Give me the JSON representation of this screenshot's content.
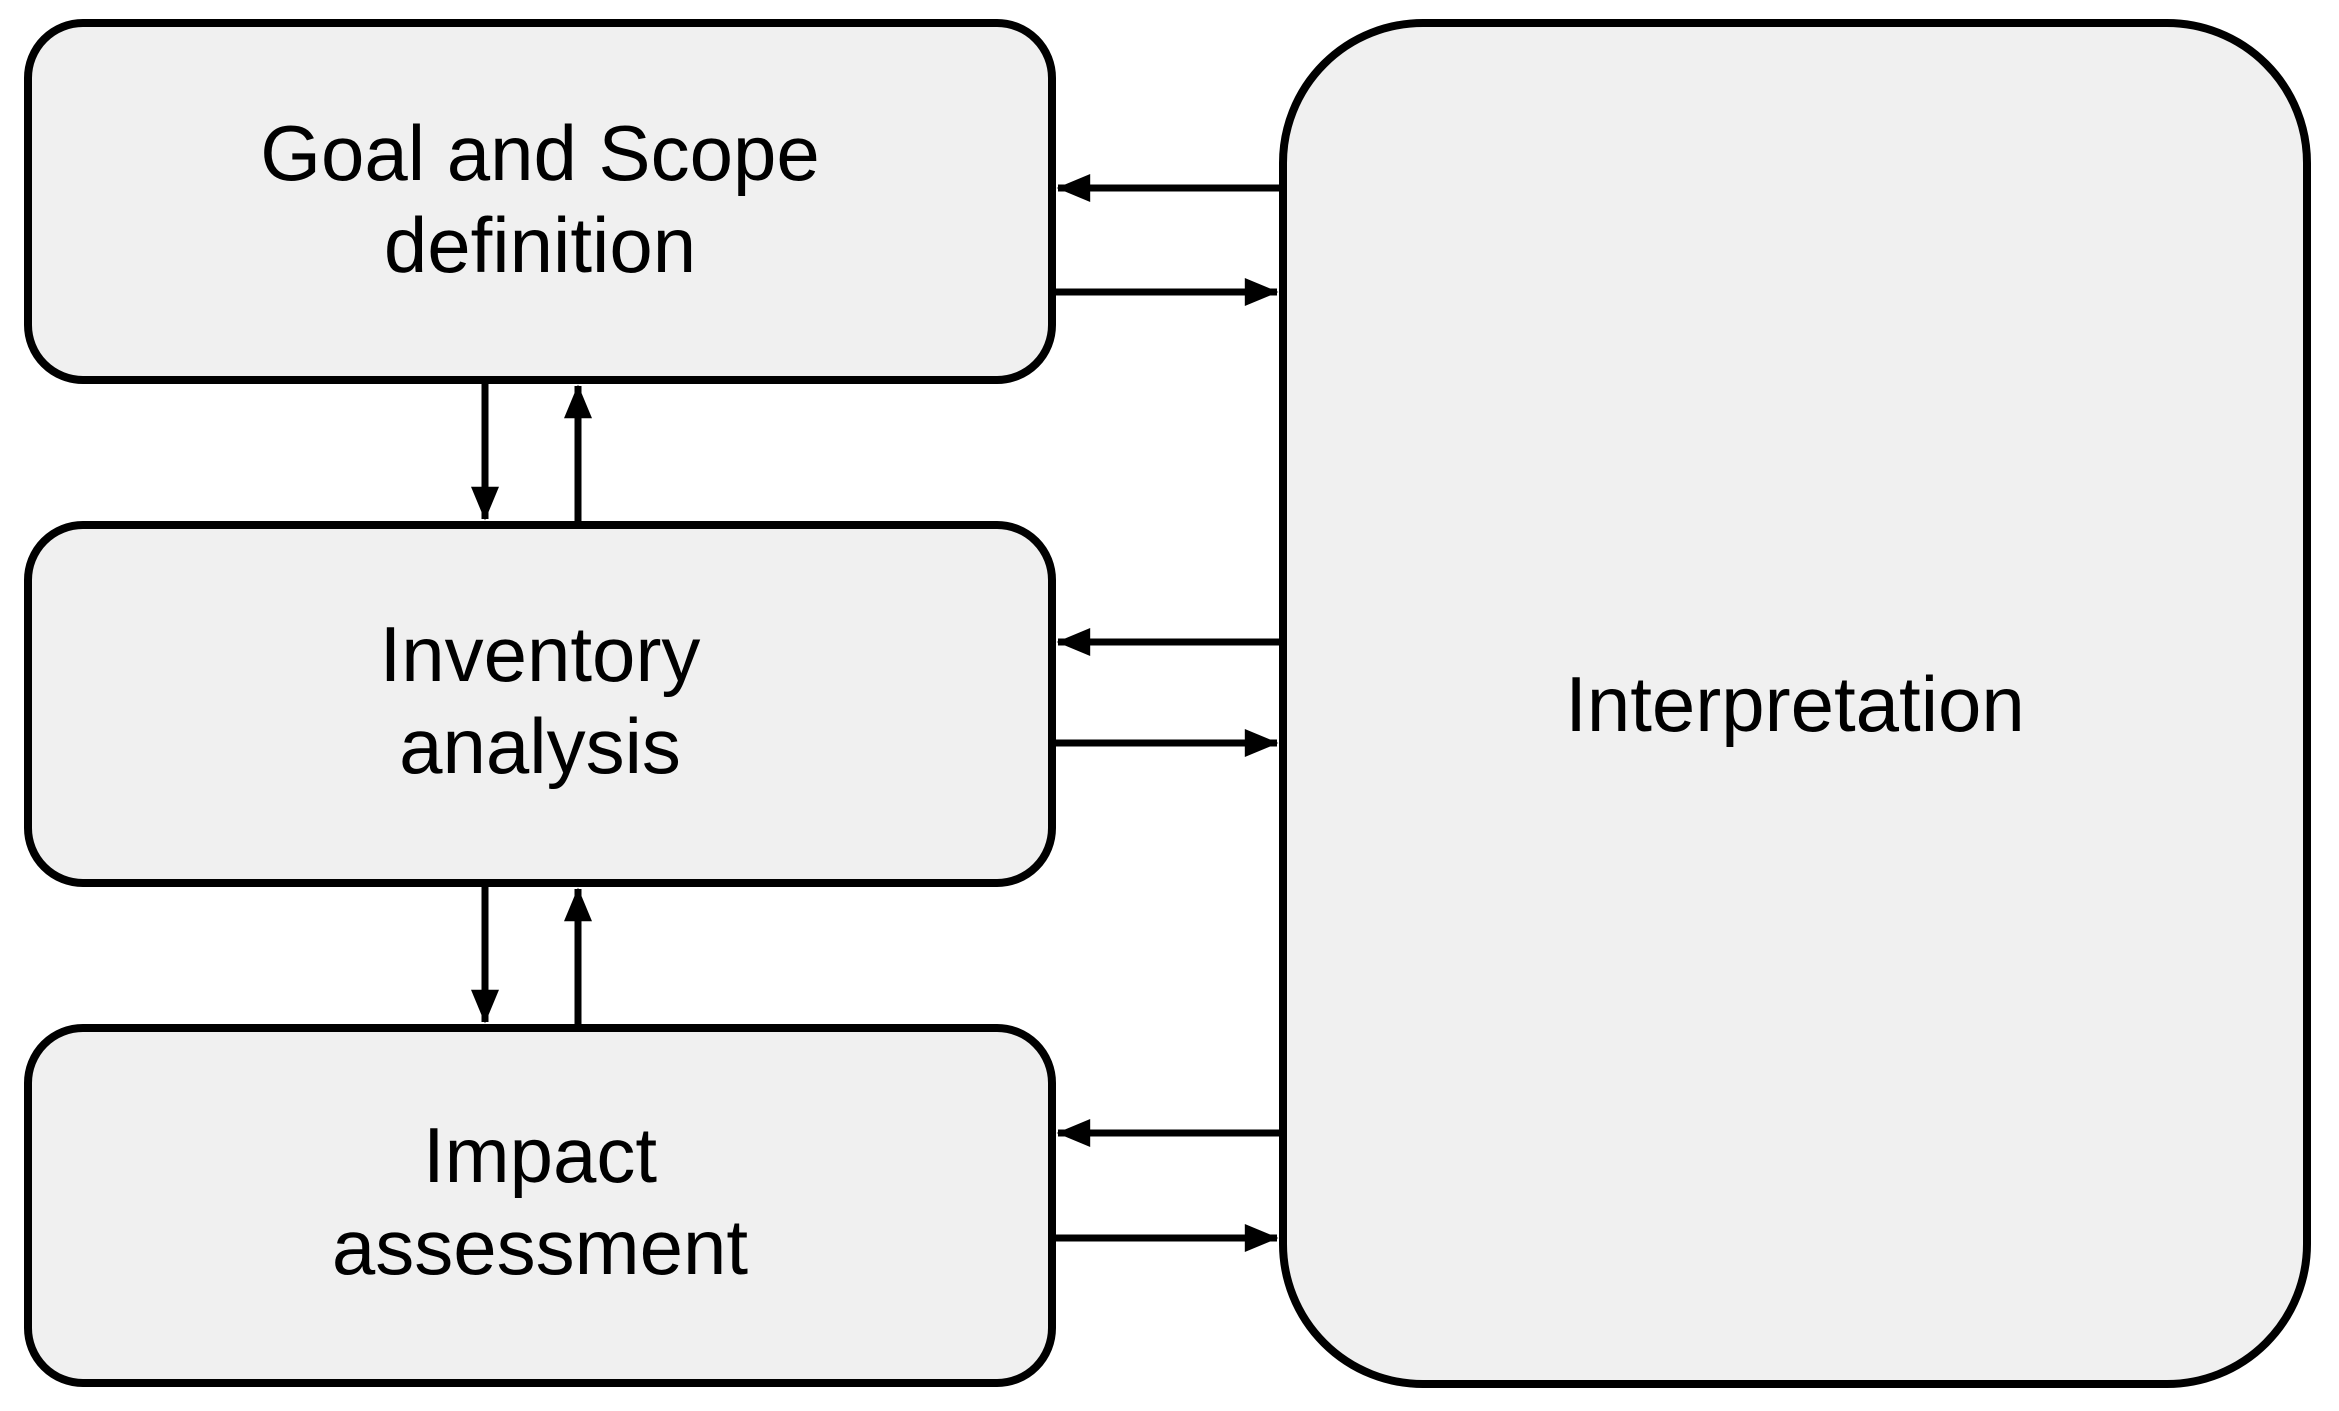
{
  "diagram": {
    "type": "flow-diagram",
    "nodes": {
      "goal": {
        "line1": "Goal and Scope",
        "line2": "definition",
        "label": "Goal and Scope definition"
      },
      "inventory": {
        "line1": "Inventory",
        "line2": "analysis",
        "label": "Inventory analysis"
      },
      "impact": {
        "line1": "Impact",
        "line2": "assessment",
        "label": "Impact assessment"
      },
      "interpretation": {
        "label": "Interpretation"
      }
    },
    "edges": [
      {
        "from": "goal",
        "to": "inventory",
        "direction": "down"
      },
      {
        "from": "inventory",
        "to": "goal",
        "direction": "up"
      },
      {
        "from": "inventory",
        "to": "impact",
        "direction": "down"
      },
      {
        "from": "impact",
        "to": "inventory",
        "direction": "up"
      },
      {
        "from": "interpretation",
        "to": "goal",
        "direction": "left"
      },
      {
        "from": "goal",
        "to": "interpretation",
        "direction": "right"
      },
      {
        "from": "interpretation",
        "to": "inventory",
        "direction": "left"
      },
      {
        "from": "inventory",
        "to": "interpretation",
        "direction": "right"
      },
      {
        "from": "interpretation",
        "to": "impact",
        "direction": "left"
      },
      {
        "from": "impact",
        "to": "interpretation",
        "direction": "right"
      }
    ]
  },
  "colors": {
    "node_fill": "#f0f0f0",
    "node_stroke": "#000000",
    "arrow": "#000000",
    "background": "#ffffff",
    "text": "#000000"
  }
}
